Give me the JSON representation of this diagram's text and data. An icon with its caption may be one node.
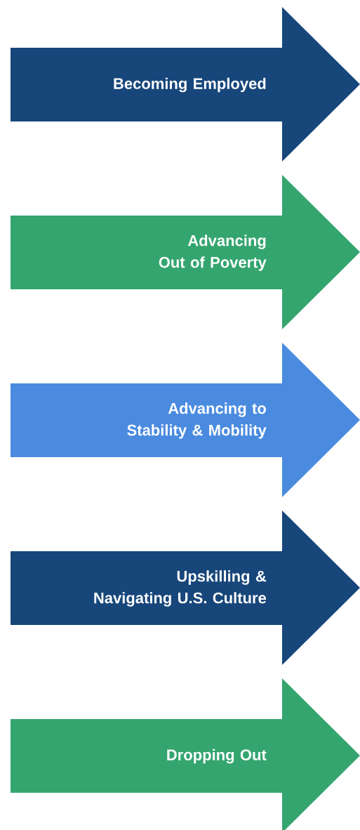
{
  "diagram": {
    "nodes": [
      {
        "text": [
          "Becoming Employed"
        ]
      },
      {
        "text": [
          "Advancing Out of Poverty"
        ]
      },
      {
        "text": [
          "Advancing to Stability & Mobility"
        ]
      },
      {
        "text": [
          "Upskilling & Navigating U.S. Culture"
        ]
      },
      {
        "text": [
          "Dropping Out"
        ]
      }
    ]
  }
}
